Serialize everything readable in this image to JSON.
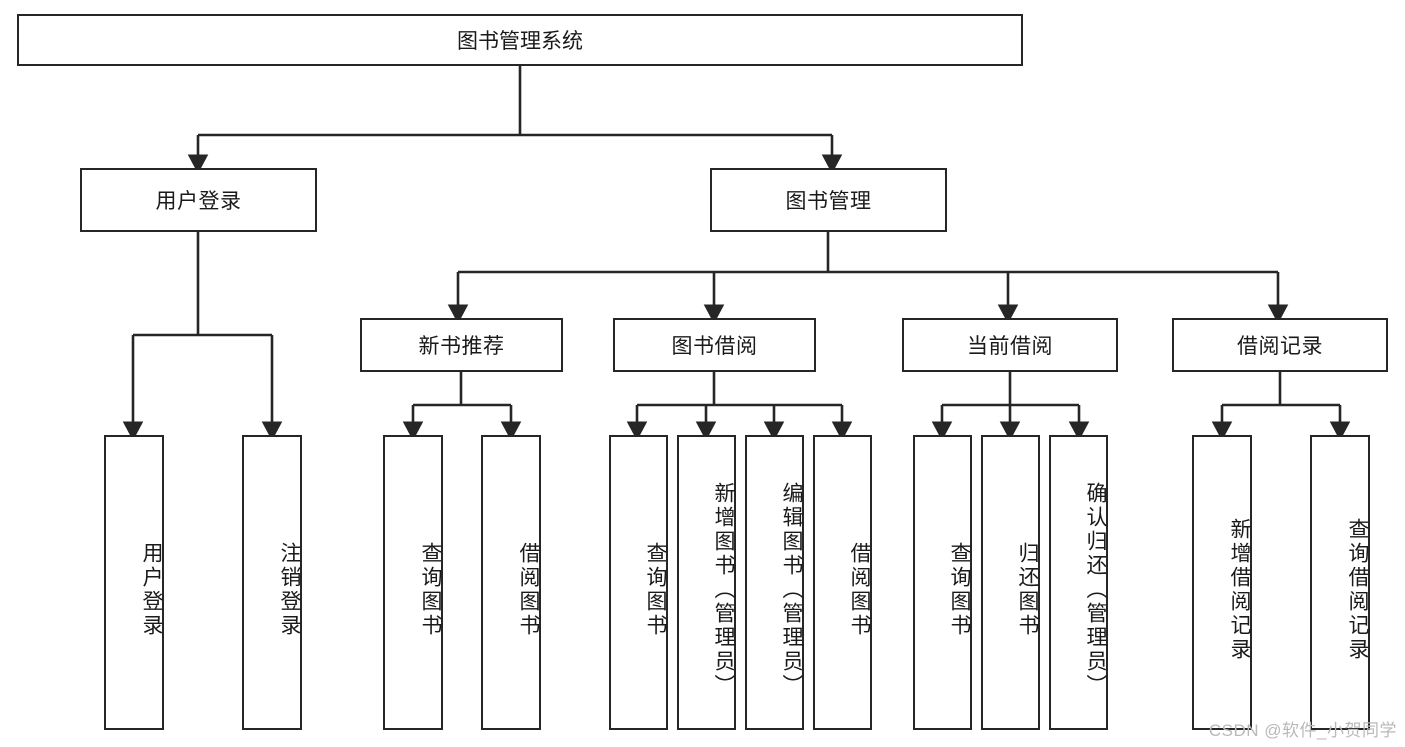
{
  "diagram": {
    "type": "tree-hierarchy",
    "title": "图书管理系统",
    "root": {
      "id": "root",
      "label": "图书管理系统"
    },
    "level2": [
      {
        "id": "user-login",
        "label": "用户登录"
      },
      {
        "id": "book-manage",
        "label": "图书管理"
      }
    ],
    "level3": [
      {
        "id": "new-book-recommend",
        "label": "新书推荐"
      },
      {
        "id": "book-borrow",
        "label": "图书借阅"
      },
      {
        "id": "current-borrow",
        "label": "当前借阅"
      },
      {
        "id": "borrow-record",
        "label": "借阅记录"
      }
    ],
    "leaves": {
      "user_login": [
        {
          "id": "leaf-user-login",
          "label": "用户登录"
        },
        {
          "id": "leaf-logout",
          "label": "注销登录"
        }
      ],
      "new_book_recommend": [
        {
          "id": "leaf-query-book-1",
          "label": "查询图书"
        },
        {
          "id": "leaf-borrow-book-1",
          "label": "借阅图书"
        }
      ],
      "book_borrow": [
        {
          "id": "leaf-query-book-2",
          "label": "查询图书"
        },
        {
          "id": "leaf-add-book",
          "label": "新增图书（管理员）"
        },
        {
          "id": "leaf-edit-book",
          "label": "编辑图书（管理员）"
        },
        {
          "id": "leaf-borrow-book-2",
          "label": "借阅图书"
        }
      ],
      "current_borrow": [
        {
          "id": "leaf-query-book-3",
          "label": "查询图书"
        },
        {
          "id": "leaf-return-book",
          "label": "归还图书"
        },
        {
          "id": "leaf-confirm-return",
          "label": "确认归还（管理员）"
        }
      ],
      "borrow_record": [
        {
          "id": "leaf-add-record",
          "label": "新增借阅记录"
        },
        {
          "id": "leaf-query-record",
          "label": "查询借阅记录"
        }
      ]
    },
    "colors": {
      "line": "#262626",
      "box_border": "#262626",
      "background": "#ffffff",
      "text": "#1a1a1a"
    }
  },
  "watermark": {
    "text": "CSDN @软件_小贺同学"
  }
}
